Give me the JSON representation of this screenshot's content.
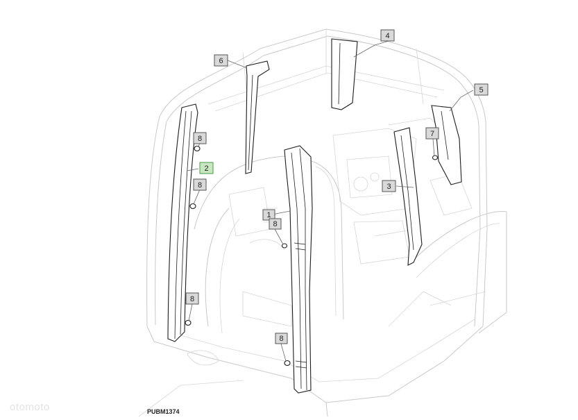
{
  "figure_id": "PUBM1374",
  "watermark": "otomoto",
  "callouts": {
    "c1": "1",
    "c2": "2",
    "c3": "3",
    "c4": "4",
    "c5": "5",
    "c6": "6",
    "c7": "7",
    "c8a": "8",
    "c8b": "8",
    "c8c": "8",
    "c8d": "8",
    "c8e": "8"
  },
  "colors": {
    "highlight_fill": "#c8e6c0",
    "highlight_stroke": "#4a9a4a",
    "callout_fill": "#d9d9d9",
    "frame_line": "#c9c9c9",
    "part_line": "#1c1c1c"
  }
}
